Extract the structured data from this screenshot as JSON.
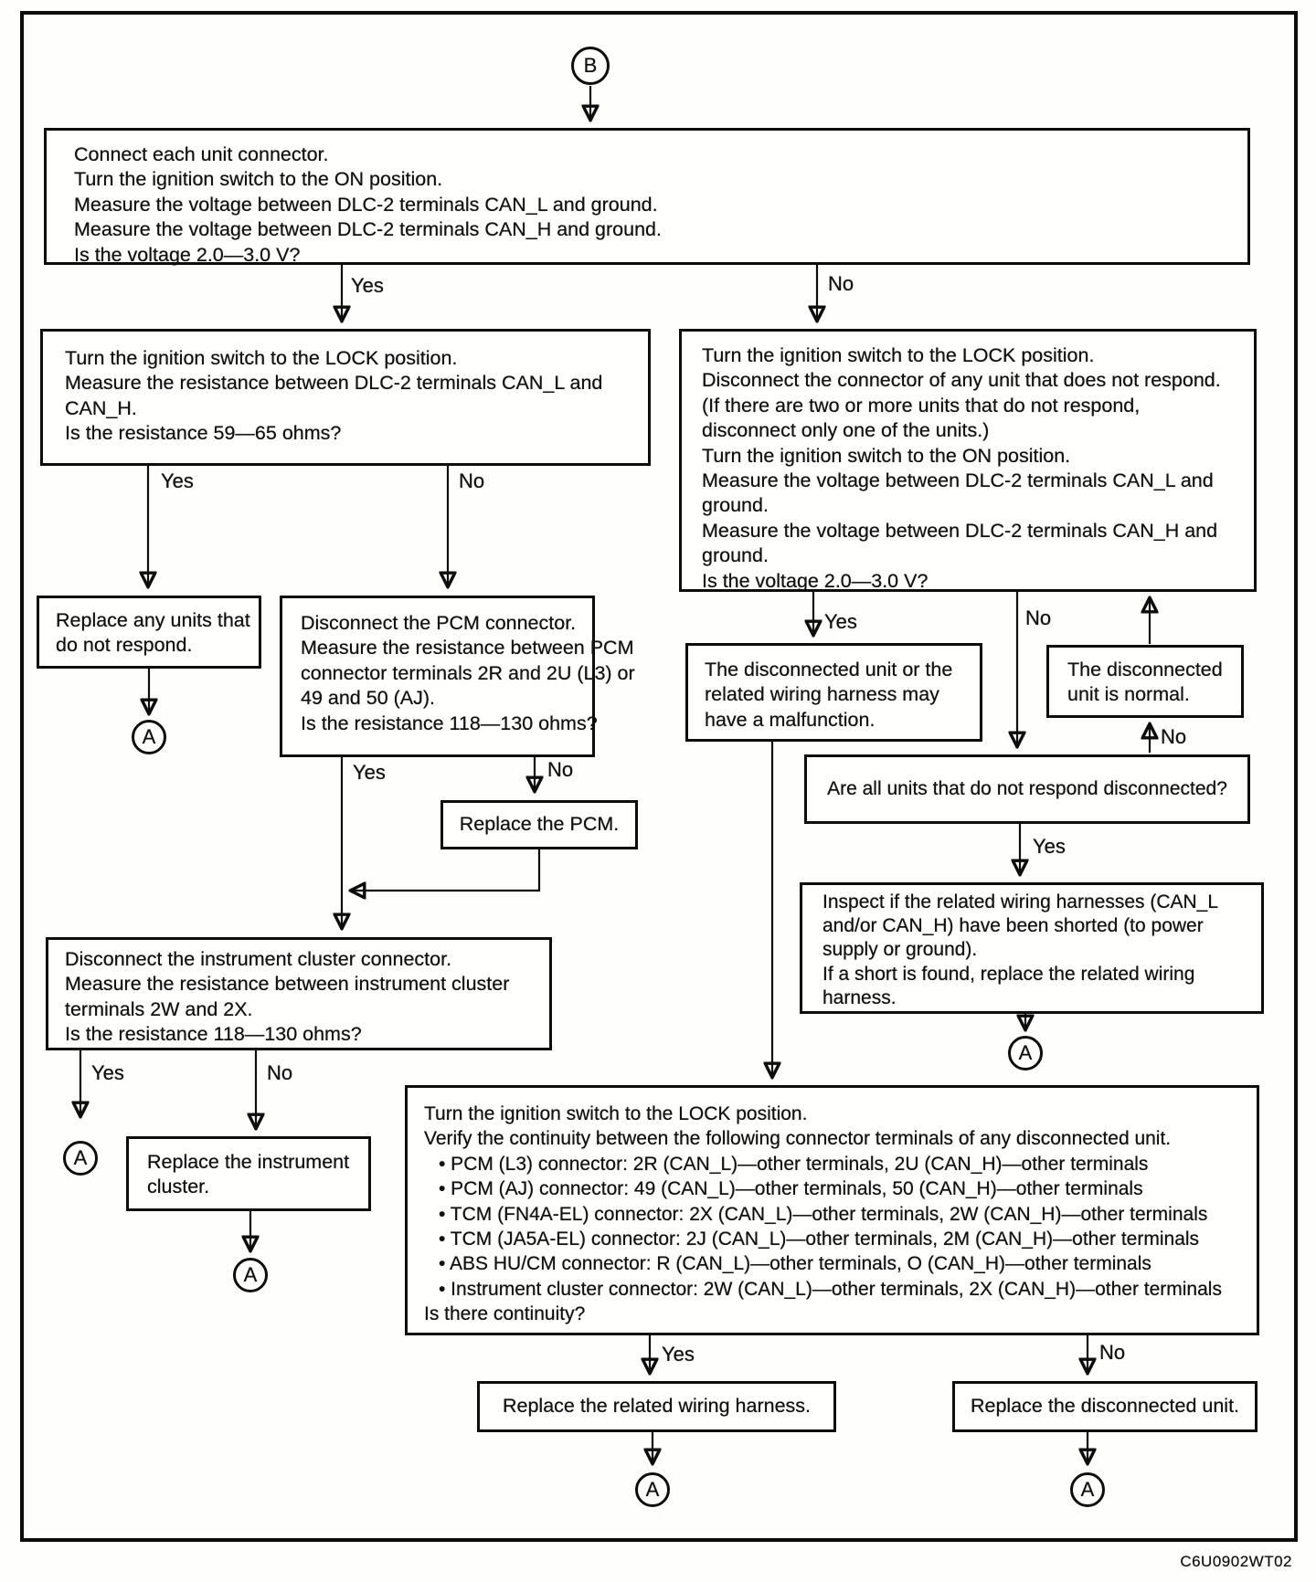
{
  "figure_code": "C6U0902WT02",
  "labels": {
    "yes": "Yes",
    "no": "No"
  },
  "connectors": {
    "b": "B",
    "a": "A"
  },
  "nodes": {
    "measure_voltage": {
      "lines": [
        "Connect each unit connector.",
        "Turn the ignition switch to the ON position.",
        "Measure the voltage between DLC-2 terminals CAN_L and ground.",
        "Measure the voltage between DLC-2 terminals CAN_H and ground.",
        "Is the voltage 2.0—3.0 V?"
      ]
    },
    "resistance_dlc": {
      "lines": [
        "Turn the ignition switch to the LOCK position.",
        "Measure the resistance between DLC-2 terminals CAN_L and",
        "CAN_H.",
        "Is the resistance 59—65 ohms?"
      ]
    },
    "disconnect_unit": {
      "lines": [
        "Turn the ignition switch to the LOCK position.",
        "Disconnect the connector of any unit that does not respond.",
        "(If there are two or more units that do not respond,",
        "disconnect only one of the units.)",
        "Turn the ignition switch to the ON position.",
        "Measure the voltage between DLC-2 terminals CAN_L and",
        "ground.",
        "Measure the voltage between DLC-2 terminals CAN_H and",
        "ground.",
        "Is the voltage 2.0—3.0 V?"
      ]
    },
    "replace_units": {
      "lines": [
        "Replace any units that",
        "do not respond."
      ]
    },
    "pcm_resistance": {
      "lines": [
        "Disconnect the PCM connector.",
        "Measure the resistance between PCM",
        "connector terminals 2R and 2U (L3) or",
        "49 and 50 (AJ).",
        "Is the resistance 118—130 ohms?"
      ]
    },
    "replace_pcm": {
      "text": "Replace the PCM."
    },
    "cluster_resistance": {
      "lines": [
        "Disconnect the instrument cluster connector.",
        "Measure the resistance between instrument cluster",
        "terminals 2W and 2X.",
        "Is the resistance 118—130 ohms?"
      ]
    },
    "replace_cluster": {
      "lines": [
        "Replace the instrument",
        "cluster."
      ]
    },
    "malfunction": {
      "lines": [
        "The disconnected unit or the",
        "related wiring harness may",
        "have a malfunction."
      ]
    },
    "unit_normal": {
      "lines": [
        "The disconnected",
        "unit is normal."
      ]
    },
    "all_disconnected": {
      "text": "Are all units that do not respond disconnected?"
    },
    "inspect_harness": {
      "lines": [
        "Inspect if the related wiring harnesses (CAN_L",
        "and/or CAN_H) have been shorted (to power",
        "supply or ground).",
        "If a short is found, replace the related wiring",
        "harness."
      ]
    },
    "continuity": {
      "lines": [
        "Turn the ignition switch to the LOCK position.",
        "Verify the continuity between the following connector terminals of any disconnected unit.",
        "• PCM (L3) connector: 2R (CAN_L)—other terminals, 2U (CAN_H)—other terminals",
        "• PCM (AJ) connector: 49 (CAN_L)—other terminals, 50 (CAN_H)—other terminals",
        "• TCM (FN4A-EL) connector: 2X (CAN_L)—other terminals, 2W (CAN_H)—other terminals",
        "• TCM (JA5A-EL) connector: 2J (CAN_L)—other terminals, 2M (CAN_H)—other terminals",
        "• ABS HU/CM connector: R (CAN_L)—other terminals, O (CAN_H)—other terminals",
        "• Instrument cluster connector: 2W (CAN_L)—other terminals, 2X (CAN_H)—other terminals",
        "Is there continuity?"
      ]
    },
    "replace_harness": {
      "text": "Replace the related wiring harness."
    },
    "replace_disconnected": {
      "text": "Replace the disconnected unit."
    }
  }
}
